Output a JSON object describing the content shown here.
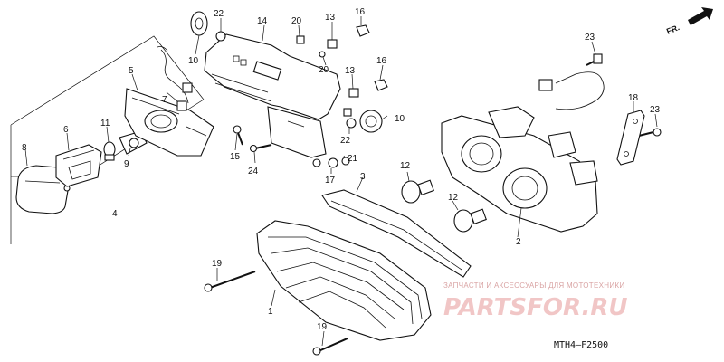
{
  "diagram": {
    "drawing_code": "MTH4–F2500",
    "direction_label": "FR.",
    "callouts": [
      "1",
      "2",
      "3",
      "4",
      "5",
      "6",
      "7",
      "8",
      "9",
      "10",
      "10",
      "11",
      "12",
      "12",
      "13",
      "13",
      "14",
      "15",
      "16",
      "16",
      "17",
      "18",
      "19",
      "19",
      "20",
      "20",
      "21",
      "22",
      "22",
      "23",
      "23",
      "24"
    ]
  },
  "watermark": {
    "tagline": "ЗАПЧАСТИ И АКСЕССУАРЫ ДЛЯ МОТОТЕХНИКИ",
    "brand": "PARTSFOR.RU"
  }
}
